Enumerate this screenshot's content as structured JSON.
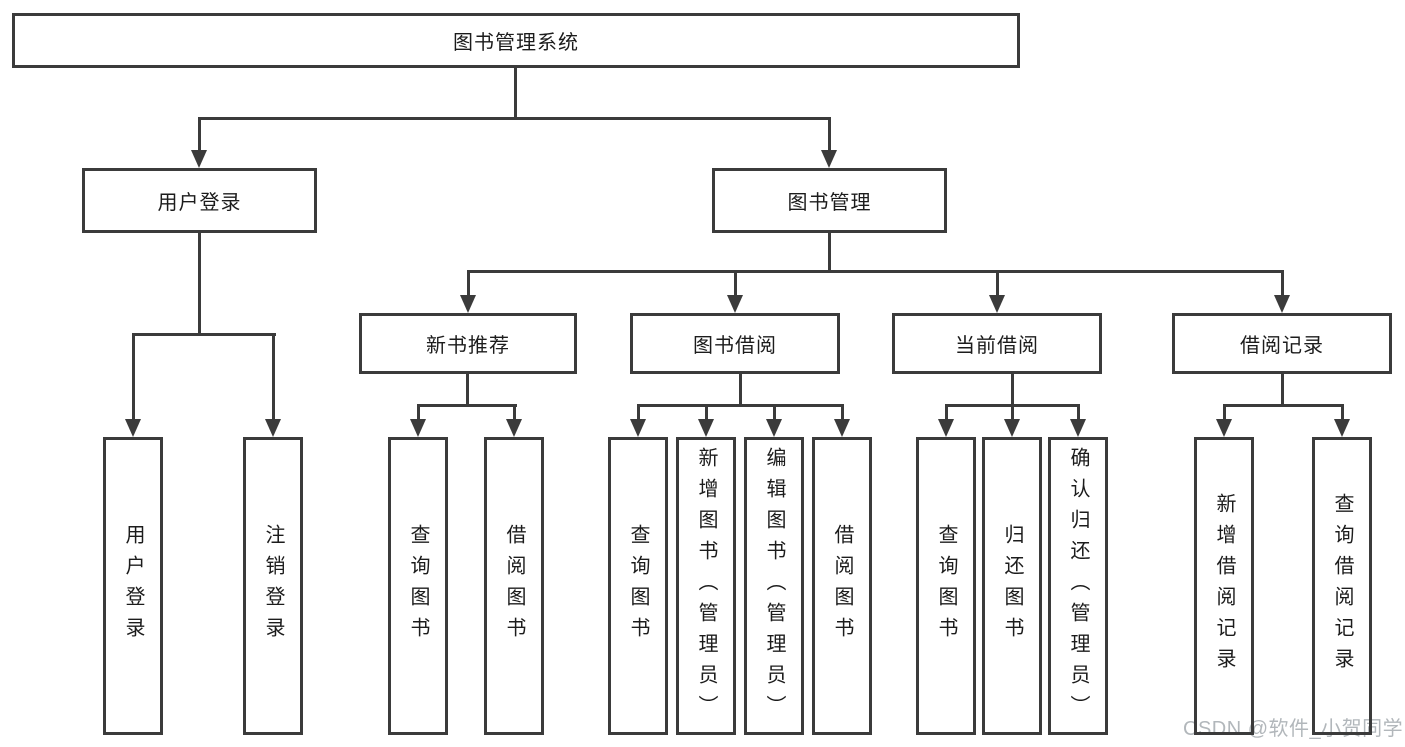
{
  "diagram": {
    "root": {
      "label": "图书管理系统"
    },
    "level2": [
      {
        "label": "用户登录"
      },
      {
        "label": "图书管理"
      }
    ],
    "level3": [
      {
        "label": "新书推荐"
      },
      {
        "label": "图书借阅"
      },
      {
        "label": "当前借阅"
      },
      {
        "label": "借阅记录"
      }
    ],
    "leaves": {
      "user_login": [
        "用户登录",
        "注销登录"
      ],
      "new_book": [
        "查询图书",
        "借阅图书"
      ],
      "book_borrow": [
        "查询图书",
        "新增图书（管理员）",
        "编辑图书（管理员）",
        "借阅图书"
      ],
      "current_borrow": [
        "查询图书",
        "归还图书",
        "确认归还（管理员）"
      ],
      "borrow_record": [
        "新增借阅记录",
        "查询借阅记录"
      ]
    }
  },
  "watermark": {
    "text": "CSDN @软件_小贺同学",
    "color": "#b2b7bb"
  },
  "colors": {
    "line": "#3b3b3b",
    "node_border": "#3b3b3b",
    "node_fill": "#ffffff",
    "text": "#1c1c1c",
    "background": "#ffffff"
  }
}
